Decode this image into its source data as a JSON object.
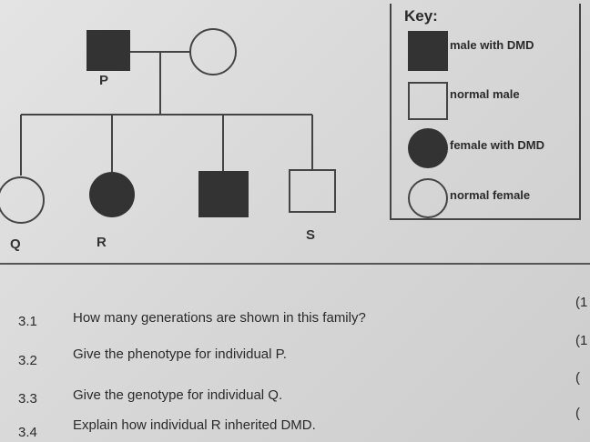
{
  "key": {
    "title": "Key:",
    "items": [
      {
        "label": "male with DMD"
      },
      {
        "label": "normal male"
      },
      {
        "label": "female with DMD"
      },
      {
        "label": "normal female"
      }
    ]
  },
  "pedigree": {
    "labels": {
      "P": "P",
      "Q": "Q",
      "R": "R",
      "S": "S"
    }
  },
  "questions": [
    {
      "number": "3.1",
      "text": "How many generations are shown in this family?",
      "mark": "(1"
    },
    {
      "number": "3.2",
      "text": "Give the phenotype for individual P.",
      "mark": "(1"
    },
    {
      "number": "3.3",
      "text": "Give the genotype for individual Q.",
      "mark": "("
    },
    {
      "number": "3.4",
      "text": "Explain how individual R inherited DMD.",
      "mark": "("
    }
  ],
  "colors": {
    "affected": "#333333",
    "line": "#444444"
  }
}
